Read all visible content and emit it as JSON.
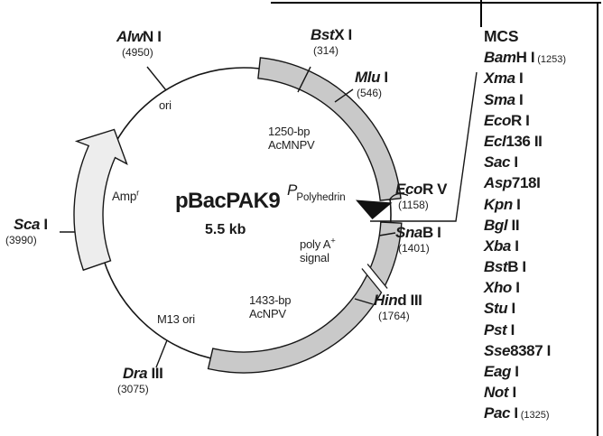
{
  "plasmid": {
    "name": "pBacPAK9",
    "size": "5.5 kb",
    "promoter": {
      "symbol": "P",
      "label": "Polyhedrin"
    },
    "inner_labels": {
      "ori": "ori",
      "amp_base": "Amp",
      "amp_sup": "r",
      "m13": "M13 ori",
      "acmnpv_l1": "1250-bp",
      "acmnpv_l2": "AcMNPV",
      "acnpv_l1": "1433-bp",
      "acnpv_l2": "AcNPV",
      "polya_l1": "poly A",
      "polya_sup": "+",
      "polya_l2": "signal"
    },
    "sites": [
      {
        "italic": "Alw",
        "roman": "N I",
        "pos": "(4950)"
      },
      {
        "italic": "Bst",
        "roman": "X I",
        "pos": "(314)"
      },
      {
        "italic": "Mlu",
        "roman": " I",
        "pos": "(546)"
      },
      {
        "italic": "Eco",
        "roman": "R V",
        "pos": "(1158)"
      },
      {
        "italic": "Sna",
        "roman": "B I",
        "pos": "(1401)"
      },
      {
        "italic": "Hin",
        "roman": "d III",
        "pos": "(1764)"
      },
      {
        "italic": "Dra",
        "roman": " III",
        "pos": "(3075)"
      },
      {
        "italic": "Sca",
        "roman": " I",
        "pos": "(3990)"
      }
    ],
    "colors": {
      "arc_gray": "#c9c9c9",
      "amp_light": "#ededed",
      "line_black": "#161616"
    }
  },
  "mcs": {
    "title": "MCS",
    "items": [
      {
        "italic": "Bam",
        "roman": "H I",
        "pos": "(1253)"
      },
      {
        "italic": "Xma",
        "roman": " I"
      },
      {
        "italic": "Sma",
        "roman": " I"
      },
      {
        "italic": "Eco",
        "roman": "R I"
      },
      {
        "italic": "Ecl",
        "roman": "136 II"
      },
      {
        "italic": "Sac",
        "roman": " I"
      },
      {
        "italic": "Asp",
        "roman": "718I"
      },
      {
        "italic": "Kpn",
        "roman": " I"
      },
      {
        "italic": "Bgl",
        "roman": " II"
      },
      {
        "italic": "Xba",
        "roman": " I"
      },
      {
        "italic": "Bst",
        "roman": "B I"
      },
      {
        "italic": "Xho",
        "roman": " I"
      },
      {
        "italic": "Stu",
        "roman": " I"
      },
      {
        "italic": "Pst",
        "roman": " I"
      },
      {
        "italic": "Sse",
        "roman": "8387 I"
      },
      {
        "italic": "Eag",
        "roman": " I"
      },
      {
        "italic": "Not",
        "roman": " I"
      },
      {
        "italic": "Pac",
        "roman": " I",
        "pos": "(1325)"
      }
    ]
  }
}
